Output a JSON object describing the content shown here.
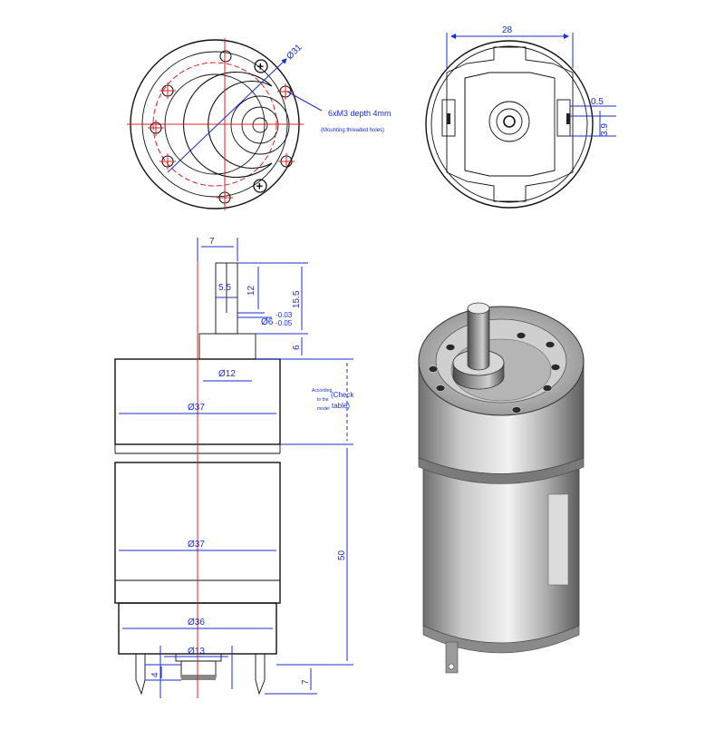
{
  "front_view": {
    "diameter_label": "Ø31",
    "holes_note": "6xM3 depth 4mm",
    "holes_subnote": "(Mounting threaded holes)"
  },
  "rear_view": {
    "width_label": "28",
    "tab_label_a": "0.5",
    "tab_label_b": "3.9"
  },
  "side_view": {
    "shaft_width": "7",
    "shaft_flat": "5.5",
    "shaft_len_12": "12",
    "shaft_len_15_5": "15.5",
    "shaft_dia": "Ø6",
    "shaft_tol_upper": "-0.03",
    "shaft_tol_lower": "-0.05",
    "boss_height": "6",
    "boss_dia": "Ø12",
    "gearbox_dia": "Ø37",
    "gearbox_note_line1": "According",
    "gearbox_note_line2": "to the",
    "gearbox_note_line3": "model",
    "gearbox_note_check": "(Check",
    "gearbox_note_table": "table)",
    "motor_dia": "Ø37",
    "motor_len": "50",
    "endcap_dia": "Ø36",
    "bearing_dia": "Ø13",
    "bearing_h": "4",
    "terminal_len": "7"
  }
}
